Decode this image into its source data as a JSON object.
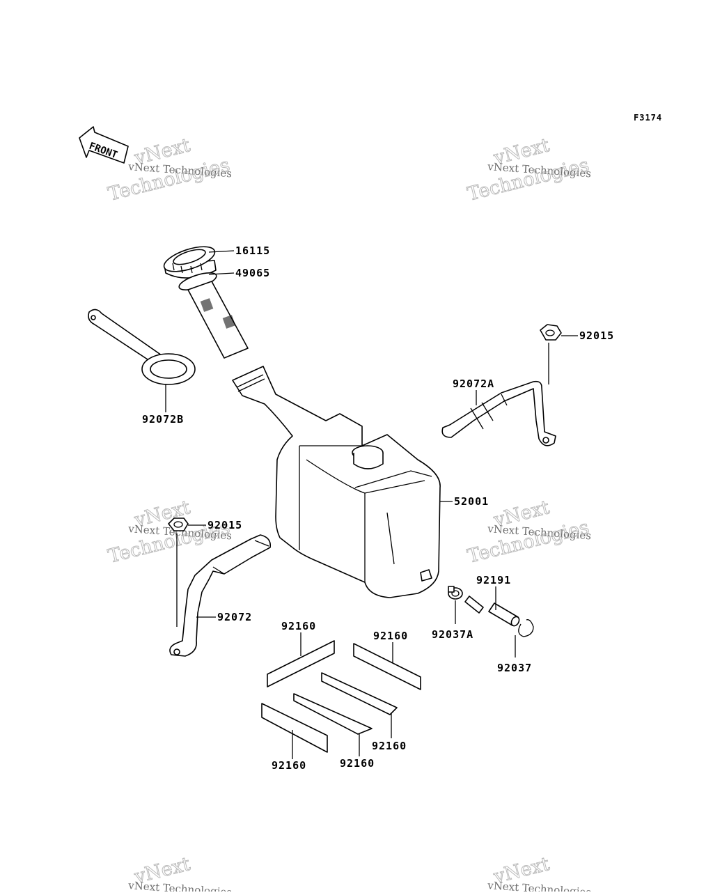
{
  "figure_code": "F3174",
  "front_label": "FRONT",
  "watermark": {
    "small": "vNext Technologies",
    "top": "vNext",
    "bottom": "Technologies"
  },
  "parts": {
    "cap": "16115",
    "filler_neck": "49065",
    "strap_b": "92072B",
    "nut_upper": "92015",
    "bracket_a": "92072A",
    "tank": "52001",
    "nut_lower": "92015",
    "bracket_lower": "92072",
    "hose": "92191",
    "clamp_a": "92037A",
    "clamp": "92037",
    "pad_1": "92160",
    "pad_2": "92160",
    "pad_3": "92160",
    "pad_4": "92160",
    "pad_5": "92160"
  }
}
